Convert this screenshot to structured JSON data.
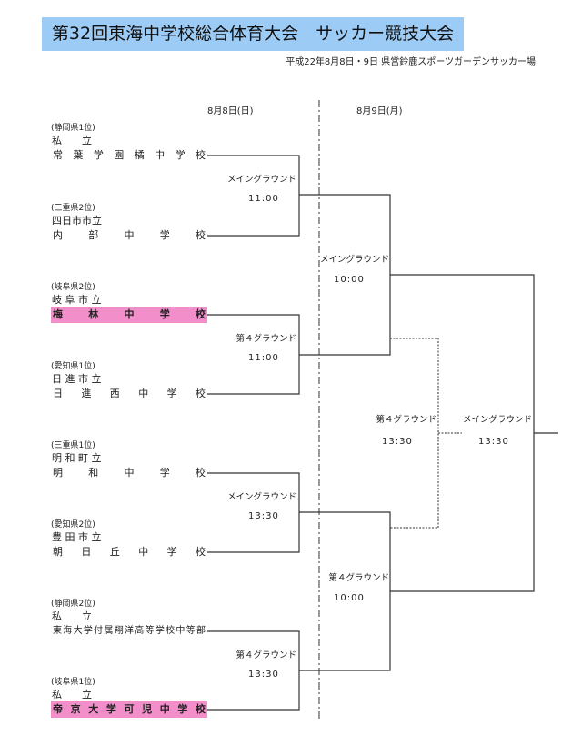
{
  "title": "第32回東海中学校総合体育大会　サッカー競技大会",
  "subtitle": "平成22年8月8日・9日 県営鈴鹿スポーツガーデンサッカー場",
  "dates": [
    "8月8日(日)",
    "8月9日(月)"
  ],
  "teams": [
    {
      "pref": "(静岡県1位)",
      "kind": "私　　立",
      "name": "常葉学園橘中学校",
      "highlight": false
    },
    {
      "pref": "(三重県2位)",
      "kind": "四日市市立",
      "name": "内部中学校",
      "highlight": false
    },
    {
      "pref": "(岐阜県2位)",
      "kind": "岐 阜 市 立",
      "name": "梅林中学校",
      "highlight": true
    },
    {
      "pref": "(愛知県1位)",
      "kind": "日 進 市 立",
      "name": "日進西中学校",
      "highlight": false
    },
    {
      "pref": "(三重県1位)",
      "kind": "明 和 町 立",
      "name": "明和中学校",
      "highlight": false
    },
    {
      "pref": "(愛知県2位)",
      "kind": "豊 田 市 立",
      "name": "朝日丘中学校",
      "highlight": false
    },
    {
      "pref": "(静岡県2位)",
      "kind": "私　　立",
      "name": "東海大学付属翔洋高等学校中等部",
      "highlight": false
    },
    {
      "pref": "(岐阜県1位)",
      "kind": "私　　立",
      "name": "帝京大学可児中学校",
      "highlight": true
    }
  ],
  "round1": [
    {
      "ground": "メイングラウンド",
      "time": "11:00"
    },
    {
      "ground": "第４グラウンド",
      "time": "11:00"
    },
    {
      "ground": "メイングラウンド",
      "time": "13:30"
    },
    {
      "ground": "第４グラウンド",
      "time": "13:30"
    }
  ],
  "semis": [
    {
      "ground": "メイングラウンド",
      "time": "10:00"
    },
    {
      "ground": "第４グラウンド",
      "time": "10:00"
    }
  ],
  "third_place": {
    "ground": "第４グラウンド",
    "time": "13:30"
  },
  "final": {
    "ground": "メイングラウンド",
    "time": "13:30"
  }
}
